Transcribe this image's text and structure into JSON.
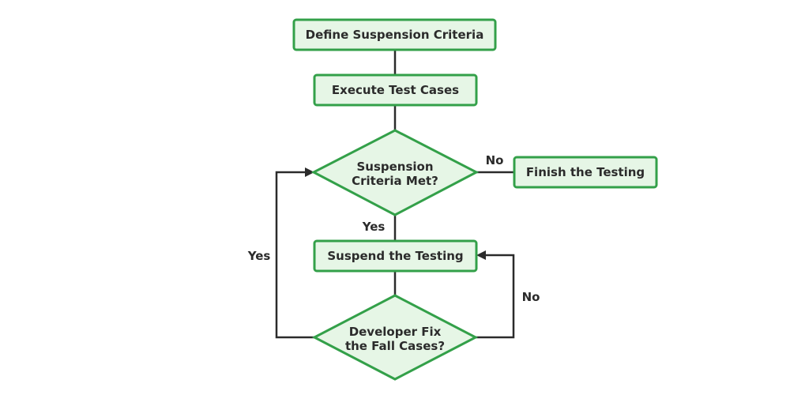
{
  "nodes": {
    "define_criteria": "Define Suspension Criteria",
    "execute_tests": "Execute Test Cases",
    "criteria_met": {
      "line1": "Suspension",
      "line2": "Criteria Met?"
    },
    "finish_testing": "Finish the Testing",
    "suspend_testing": "Suspend the Testing",
    "developer_fix": {
      "line1": "Developer Fix",
      "line2": "the Fall Cases?"
    }
  },
  "edge_labels": {
    "criteria_met_no": "No",
    "criteria_met_yes": "Yes",
    "developer_fix_yes": "Yes",
    "developer_fix_no": "No"
  },
  "colors": {
    "node_fill": "#e6f6e6",
    "node_border": "#33a049",
    "text": "#2b2b2b",
    "connector": "#2b2b2b"
  }
}
